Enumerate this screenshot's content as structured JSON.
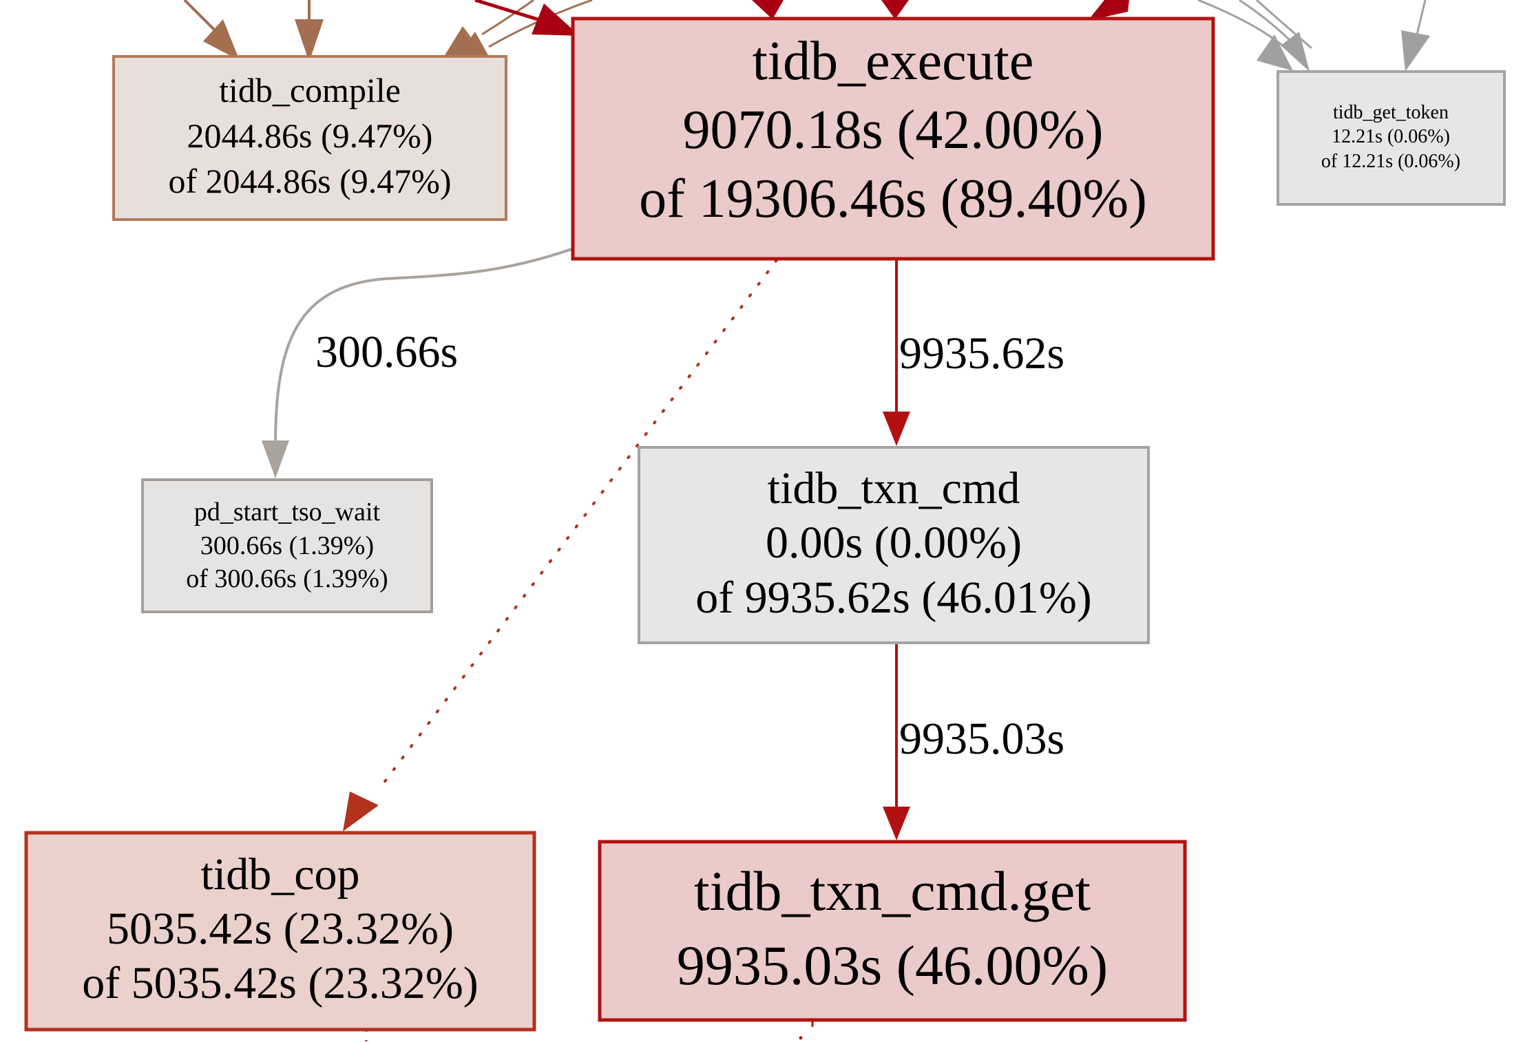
{
  "graph": {
    "type": "call-graph",
    "nodes": [
      {
        "id": "tidb_compile",
        "name": "tidb_compile",
        "flat": "2044.86s (9.47%)",
        "cum": "of 2044.86s (9.47%)",
        "fill": "#e8dfdb",
        "border": "#b27b5b"
      },
      {
        "id": "tidb_execute",
        "name": "tidb_execute",
        "flat": "9070.18s (42.00%)",
        "cum": "of 19306.46s (89.40%)",
        "fill": "#ebcaca",
        "border": "#b21111"
      },
      {
        "id": "tidb_get_token",
        "name": "tidb_get_token",
        "flat": "12.21s (0.06%)",
        "cum": "of 12.21s (0.06%)",
        "fill": "#e6e6e6",
        "border": "#a4a4a4"
      },
      {
        "id": "pd_start_tso_wait",
        "name": "pd_start_tso_wait",
        "flat": "300.66s (1.39%)",
        "cum": "of 300.66s (1.39%)",
        "fill": "#e6e4e3",
        "border": "#a59f99"
      },
      {
        "id": "tidb_txn_cmd",
        "name": "tidb_txn_cmd",
        "flat": "0.00s (0.00%)",
        "cum": "of 9935.62s (46.01%)",
        "fill": "#e6e6e6",
        "border": "#a3a3a3"
      },
      {
        "id": "tidb_cop",
        "name": "tidb_cop",
        "flat": "5035.42s (23.32%)",
        "cum": "of 5035.42s (23.32%)",
        "fill": "#ebd1cb",
        "border": "#b2321d"
      },
      {
        "id": "tidb_txn_cmd_get",
        "name": "tidb_txn_cmd.get",
        "flat": "9935.03s (46.00%)",
        "cum": "",
        "fill": "#ebcaca",
        "border": "#b21111"
      }
    ],
    "edges": [
      {
        "from": "tidb_execute",
        "to": "pd_start_tso_wait",
        "label": "300.66s",
        "color": "#a9a39d",
        "style": "solid"
      },
      {
        "from": "tidb_execute",
        "to": "tidb_txn_cmd",
        "label": "9935.62s",
        "color": "#b21111",
        "style": "solid"
      },
      {
        "from": "tidb_txn_cmd",
        "to": "tidb_txn_cmd_get",
        "label": "9935.03s",
        "color": "#b21111",
        "style": "solid"
      },
      {
        "from": "tidb_execute",
        "to": "tidb_cop",
        "label": "",
        "color": "#b2321d",
        "style": "dotted"
      }
    ]
  }
}
